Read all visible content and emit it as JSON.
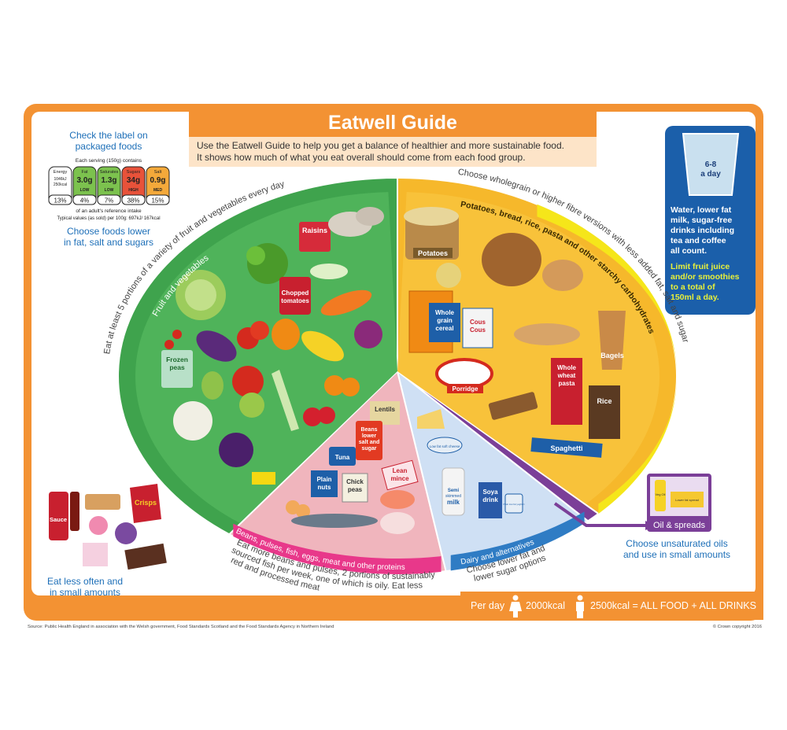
{
  "title": "Eatwell Guide",
  "intro": [
    "Use the Eatwell Guide to help you get a balance of healthier and more sustainable food.",
    "It shows how much of what you eat overall should come from each food group."
  ],
  "label_box": {
    "heading": [
      "Check the label on",
      "packaged foods"
    ],
    "serving": "Each serving (150g) contains",
    "nutrients": [
      {
        "name": "Energy",
        "value": "1046kJ 250kcal",
        "level": "",
        "percent": "13%",
        "color": "#ffffff"
      },
      {
        "name": "Fat",
        "value": "3.0g",
        "level": "LOW",
        "percent": "4%",
        "color": "#7cc24e"
      },
      {
        "name": "Saturates",
        "value": "1.3g",
        "level": "LOW",
        "percent": "7%",
        "color": "#7cc24e"
      },
      {
        "name": "Sugars",
        "value": "34g",
        "level": "HIGH",
        "percent": "38%",
        "color": "#e8523a"
      },
      {
        "name": "Salt",
        "value": "0.9g",
        "level": "MED",
        "percent": "15%",
        "color": "#f4a93a"
      }
    ],
    "reference": "of an adult's reference intake",
    "typical": "Typical values (as sold) per 100g: 697kJ/ 167kcal",
    "advice": [
      "Choose foods lower",
      "in fat, salt and sugars"
    ]
  },
  "drinks": {
    "count": [
      "6-8",
      "a day"
    ],
    "text": [
      "Water, lower fat",
      "milk, sugar-free",
      "drinks including",
      "tea and coffee",
      "all count."
    ],
    "limit": [
      "Limit fruit juice",
      "and/or smoothies",
      "to a total of",
      "150ml a day."
    ]
  },
  "groups": {
    "fruit_veg": {
      "label": "Fruit and vegetables",
      "advice": "Eat at least 5 portions of a variety of fruit and vegetables every day",
      "color": "#3fa34d"
    },
    "starchy": {
      "label": "Potatoes, bread, rice, pasta and other starchy carbohydrates",
      "advice": "Choose wholegrain or higher fibre versions with less added fat, salt and sugar",
      "color": "#f6b82b"
    },
    "protein": {
      "label": "Beans, pulses, fish, eggs, meat and other proteins",
      "advice": [
        "Eat more beans and pulses, 2 portions of sustainably",
        "sourced  fish per week, one of which is oily. Eat less",
        "red and processed meat"
      ],
      "color": "#f0b5bd"
    },
    "dairy": {
      "label": "Dairy and alternatives",
      "advice": [
        "Choose lower fat and",
        "lower sugar options"
      ],
      "color": "#4a8fd4"
    },
    "oils": {
      "label": "Oil & spreads",
      "advice": [
        "Choose unsaturated oils",
        "and use in small amounts"
      ],
      "color": "#7b3f98"
    }
  },
  "food_labels": {
    "raisins": "Raisins",
    "tomatoes": [
      "Chopped",
      "tomatoes"
    ],
    "peas": [
      "Frozen",
      "peas"
    ],
    "potatoes": "Potatoes",
    "cereal": [
      "Whole",
      "grain",
      "cereal"
    ],
    "couscous": [
      "Cous",
      "Cous"
    ],
    "porridge": "Porridge",
    "pasta": [
      "Whole",
      "wheat",
      "pasta"
    ],
    "bagels": "Bagels",
    "rice": "Rice",
    "spaghetti": "Spaghetti",
    "lentils": "Lentils",
    "beans": [
      "Beans",
      "lower",
      "salt and",
      "sugar"
    ],
    "tuna": "Tuna",
    "nuts": [
      "Plain",
      "nuts"
    ],
    "chickpeas": [
      "Chick",
      "peas"
    ],
    "mince": [
      "Lean",
      "mince"
    ],
    "cheese": "Low fat soft cheese",
    "milk": [
      "Semi",
      "skimmed",
      "milk"
    ],
    "soya": [
      "Soya",
      "drink"
    ],
    "yoghurt": "Plain low fat yoghurt",
    "sauce": "Sauce",
    "crisps": "Crisps",
    "oil": "Veg Oil",
    "spread": "Lower fat spread"
  },
  "treats": {
    "advice": [
      "Eat less often and",
      "in small amounts"
    ]
  },
  "per_day": {
    "label": "Per day",
    "women": "2000kcal",
    "men": "2500kcal = ALL FOOD + ALL DRINKS"
  },
  "footer": {
    "source": "Source: Public Health England in association with the Welsh government, Food Standards Scotland and the Food Standards Agency in Northern Ireland",
    "copyright": "© Crown copyright 2016"
  },
  "colors": {
    "frame": "#f39233",
    "title_bg": "#f39233",
    "intro_bg": "#fde4c8",
    "heading_blue": "#1d6fb8",
    "drinks_blue": "#1b5faa"
  }
}
